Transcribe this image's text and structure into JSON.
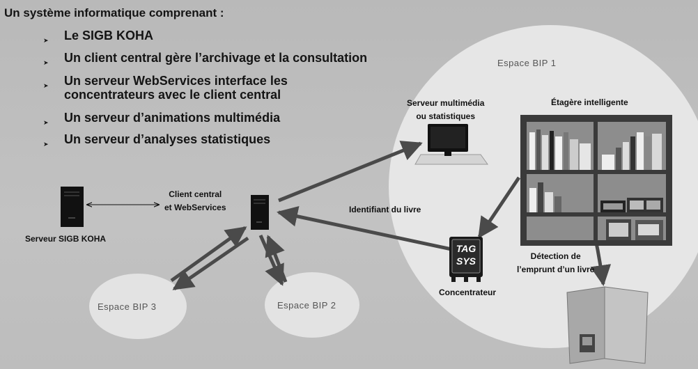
{
  "title": "Un système informatique comprenant :",
  "bullets": [
    {
      "marker": "➤",
      "lines": [
        "Le SIGB KOHA"
      ]
    },
    {
      "marker": "➤",
      "lines": [
        "Un client central gère  l’archivage et la consultation"
      ]
    },
    {
      "marker": "➤",
      "lines": [
        "Un serveur WebServices interface les",
        "concentrateurs avec le client central"
      ]
    },
    {
      "marker": "➤",
      "lines": [
        "Un serveur d’animations multimédia"
      ]
    },
    {
      "marker": "➤",
      "lines": [
        "Un serveur d’analyses statistiques"
      ]
    }
  ],
  "nodes": {
    "koha_server": "Serveur SIGB KOHA",
    "central_client": [
      "Client central",
      "et WebServices"
    ],
    "multimedia_server": [
      "Serveur multimédia",
      "ou statistiques"
    ],
    "smart_shelf": "Étagère intelligente",
    "book_id": "Identifiant du livre",
    "detection": [
      "Détection de",
      "l’emprunt d’un livre"
    ],
    "concentrator": "Concentrateur",
    "tag_logo": [
      "TAG",
      "SYS"
    ]
  },
  "spaces": {
    "bip1": "Espace   BIP   1",
    "bip2": "Espace   BIP   2",
    "bip3": "Espace   BIP   3"
  },
  "colors": {
    "background": "#bfbfbf",
    "bip_circle": "#e6e6e6",
    "arrow": "#4a4a4a",
    "device": "#111111"
  }
}
